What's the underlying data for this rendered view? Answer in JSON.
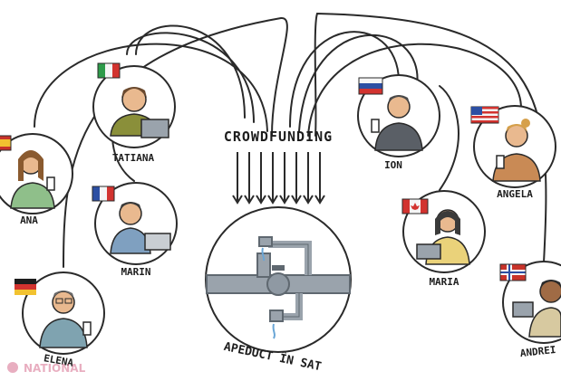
{
  "center": {
    "title": "CROWDFUNDING",
    "caption": "APEDUCT ÎN SAT"
  },
  "people": [
    {
      "id": "tatiana",
      "name": "TATIANA",
      "flag": "italy",
      "device": "laptop"
    },
    {
      "id": "ana",
      "name": "ANA",
      "flag": "spain",
      "device": "phone"
    },
    {
      "id": "marin",
      "name": "MARIN",
      "flag": "france",
      "device": "laptop"
    },
    {
      "id": "elena",
      "name": "ELENA",
      "flag": "germany",
      "device": "phone"
    },
    {
      "id": "ion",
      "name": "ION",
      "flag": "russia",
      "device": "phone"
    },
    {
      "id": "angela",
      "name": "ANGELA",
      "flag": "usa",
      "device": "phone"
    },
    {
      "id": "maria",
      "name": "MARIA",
      "flag": "canada",
      "device": "laptop"
    },
    {
      "id": "andrei",
      "name": "ANDREI",
      "flag": "norway",
      "device": "tablet"
    }
  ],
  "watermark": "NATIONAL",
  "colors": {
    "ink": "#2a2a2a",
    "pipe": "#9aa3ac",
    "pipe_dark": "#5f6870",
    "skin": "#e9b98f",
    "shirt_green": "#8fbf8a",
    "shirt_blue": "#7fa0c0",
    "shirt_brown": "#c98a55"
  }
}
